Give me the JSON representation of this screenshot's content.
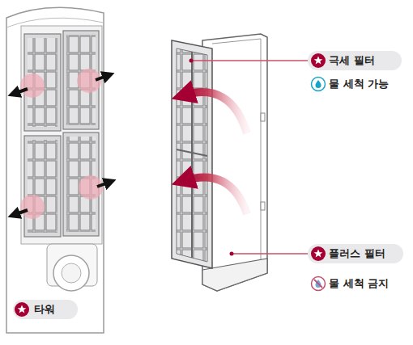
{
  "diagram": {
    "nodes": [
      {
        "text": [
          "극세 필터",
          "물 세척 가능"
        ]
      },
      {
        "text": [
          "플러스 필터",
          "물 세척 금지"
        ]
      },
      {
        "text": [
          "타워"
        ]
      }
    ]
  }
}
